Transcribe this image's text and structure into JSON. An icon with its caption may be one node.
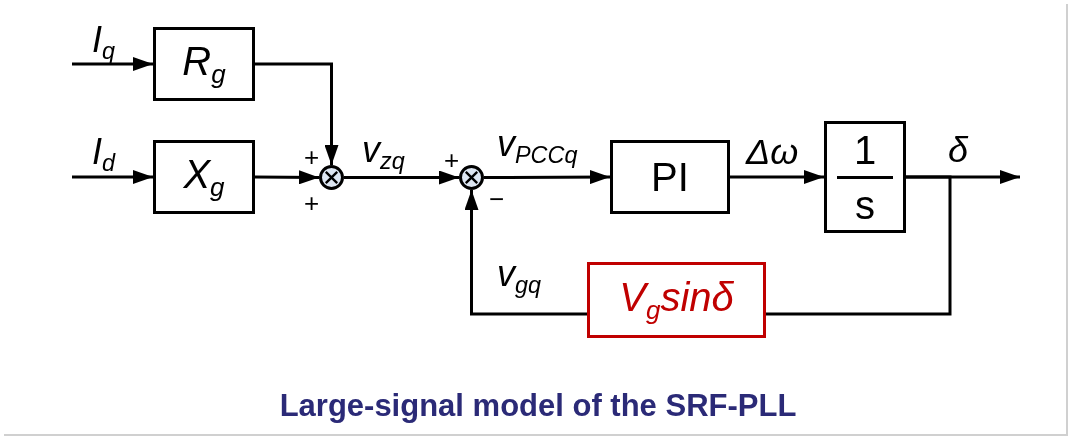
{
  "diagram": {
    "caption": "Large-signal model of the SRF-PLL",
    "nodes": [
      {
        "text": [
          "R$_{g}$"
        ]
      },
      {
        "text": [
          "X$_{g}$"
        ]
      },
      {
        "text": [],
        "shape": "circle",
        "beside": [
          "+",
          "+"
        ]
      },
      {
        "text": [],
        "shape": "circle",
        "beside": [
          "+",
          "−"
        ]
      },
      {
        "text": [
          "PI"
        ]
      },
      {
        "text": [
          "1",
          "s"
        ]
      },
      {
        "text": [
          "V$_{g}$sinδ"
        ]
      }
    ],
    "edges": [
      {
        "from": null,
        "to": 0,
        "arrow": "to",
        "label": "I$_{q}$"
      },
      {
        "from": null,
        "to": 1,
        "arrow": "to",
        "label": "I$_{d}$"
      },
      {
        "from": 0,
        "to": 2,
        "arrow": "to"
      },
      {
        "from": 1,
        "to": 2,
        "arrow": "to"
      },
      {
        "from": 2,
        "to": 3,
        "arrow": "to",
        "label": "v$_{zq}$"
      },
      {
        "from": 3,
        "to": 4,
        "arrow": "to",
        "label": "v$_{PCCq}$"
      },
      {
        "from": 4,
        "to": 5,
        "arrow": "to",
        "label": "Δω"
      },
      {
        "from": 5,
        "to": null,
        "arrow": "to",
        "label": "δ"
      },
      {
        "from": 5,
        "to": 6,
        "arrow": "none"
      },
      {
        "from": 6,
        "to": 3,
        "arrow": "to",
        "label": "v$_{gq}$"
      }
    ]
  }
}
